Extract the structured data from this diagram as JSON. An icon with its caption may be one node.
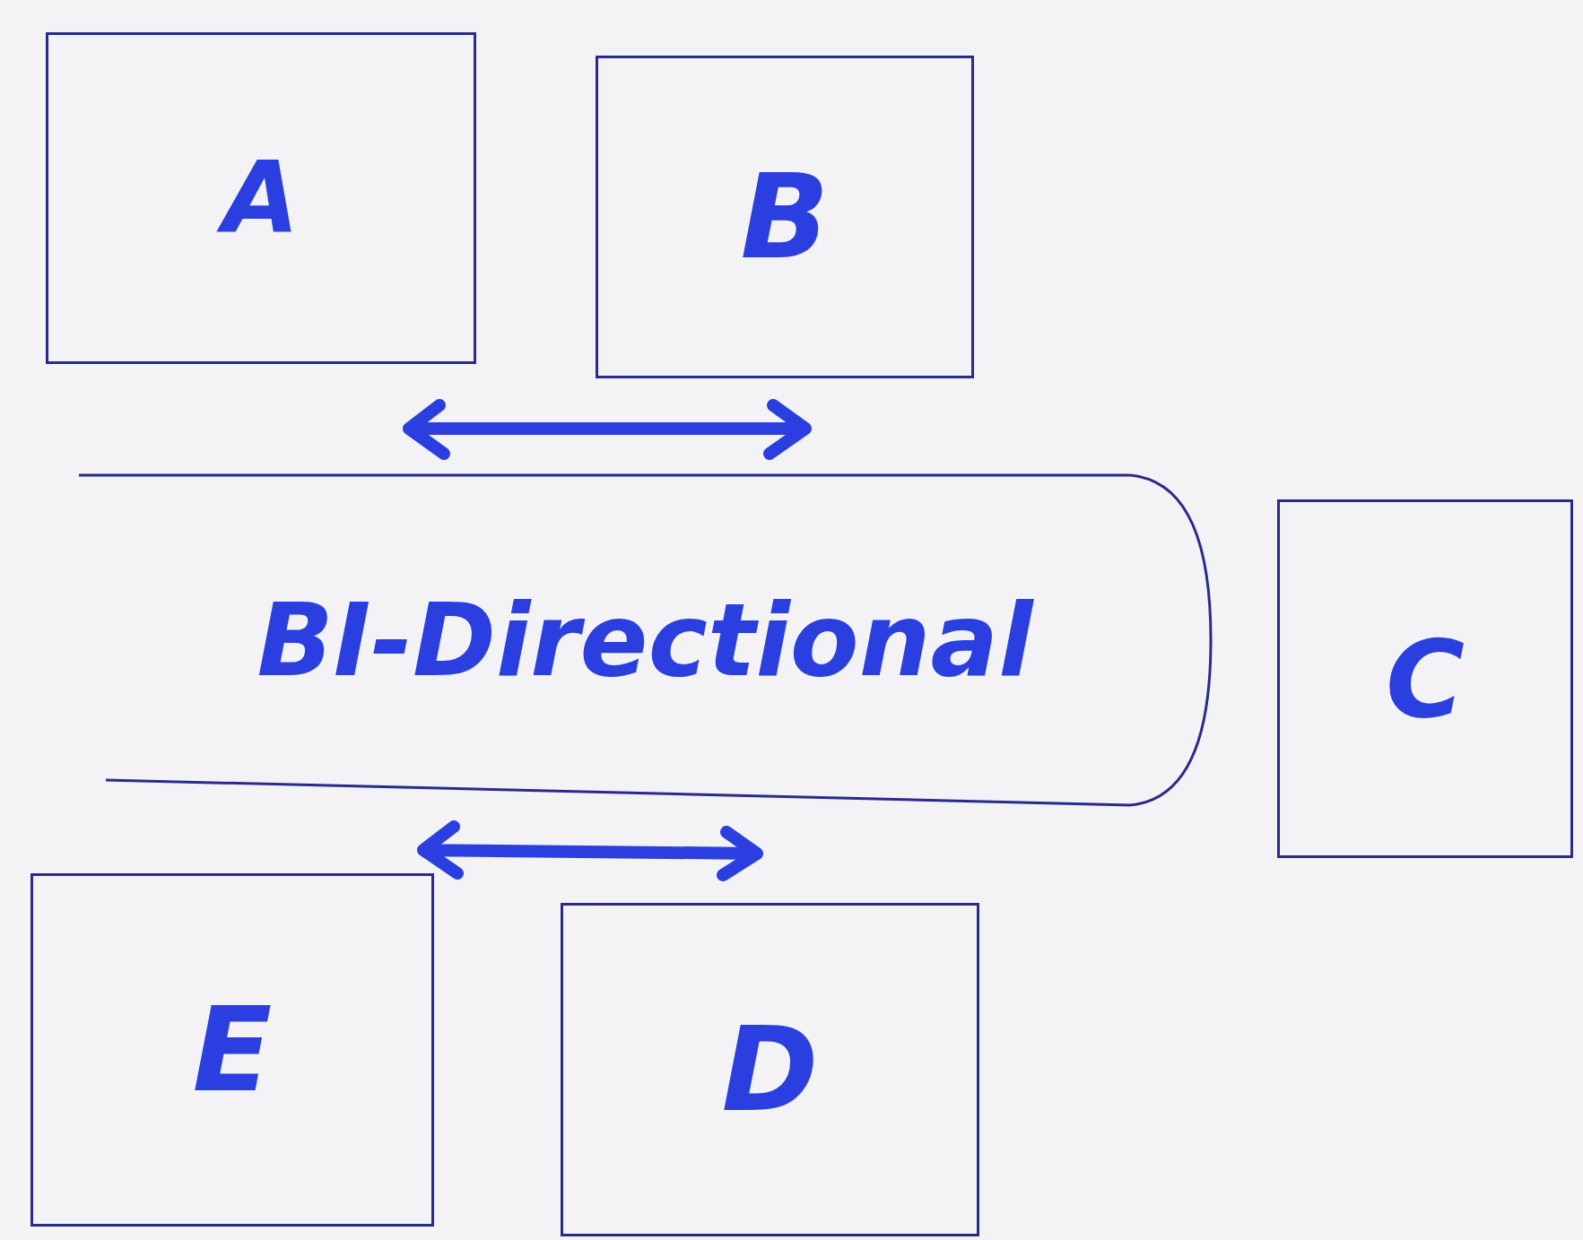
{
  "diagram": {
    "nodes": [
      {
        "text": [
          "A"
        ]
      },
      {
        "text": [
          "B"
        ]
      },
      {
        "text": [
          "BI-Directional"
        ]
      },
      {
        "text": [
          "C"
        ]
      },
      {
        "text": [
          "E"
        ]
      },
      {
        "text": [
          "D"
        ]
      }
    ]
  }
}
